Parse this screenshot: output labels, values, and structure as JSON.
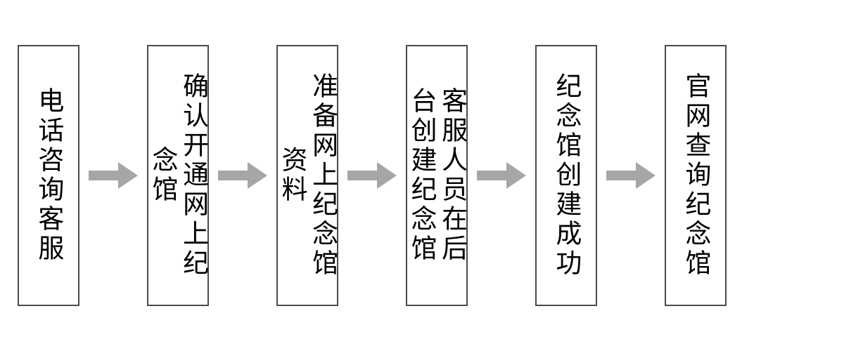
{
  "diagram": {
    "type": "flowchart",
    "orientation": "horizontal-left-to-right",
    "background_color": "#ffffff",
    "box_border_color": "#4a4a4a",
    "box_fill_color": "#ffffff",
    "text_color": "#000000",
    "arrow_color": "#a6a6a6",
    "text_direction": "vertical-rl",
    "steps": [
      {
        "id": "step-1",
        "label": "电话咨询客服",
        "columns": 1
      },
      {
        "id": "step-2",
        "label": "确认开通网上纪念馆",
        "columns": 1
      },
      {
        "id": "step-3",
        "label": "准备网上纪念馆资料",
        "columns": 1
      },
      {
        "id": "step-4",
        "label": "客服人员在后台创建纪念馆",
        "columns": 2
      },
      {
        "id": "step-5",
        "label": "纪念馆创建成功",
        "columns": 1
      },
      {
        "id": "step-6",
        "label": "官网查询纪念馆",
        "columns": 1
      }
    ],
    "connectors": [
      {
        "id": "arrow-1",
        "icon": "arrow-right-icon",
        "from": "step-1",
        "to": "step-2"
      },
      {
        "id": "arrow-2",
        "icon": "arrow-right-icon",
        "from": "step-2",
        "to": "step-3"
      },
      {
        "id": "arrow-3",
        "icon": "arrow-right-icon",
        "from": "step-3",
        "to": "step-4"
      },
      {
        "id": "arrow-4",
        "icon": "arrow-right-icon",
        "from": "step-4",
        "to": "step-5"
      },
      {
        "id": "arrow-5",
        "icon": "arrow-right-icon",
        "from": "step-5",
        "to": "step-6"
      }
    ]
  }
}
